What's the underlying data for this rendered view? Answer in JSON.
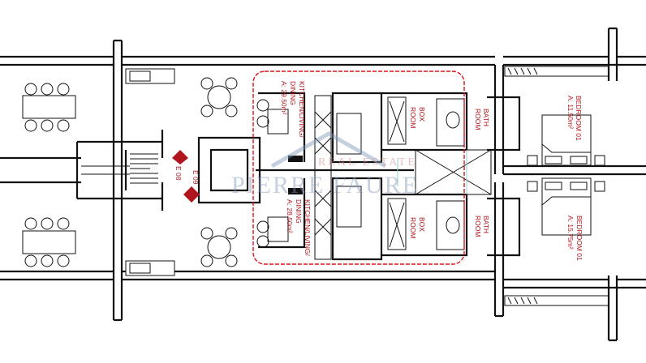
{
  "plan": {
    "rooms": [
      {
        "name": "KITCHEN/LIVING/",
        "name2": "DINING",
        "area": "A: 29.50m²"
      },
      {
        "name": "KITCHEN/LIVING/",
        "name2": "DINING",
        "area": "A: 28.50m²"
      },
      {
        "name": "BOX",
        "name2": "ROOM"
      },
      {
        "name": "BOX",
        "name2": "ROOM"
      },
      {
        "name": "BATH",
        "name2": "ROOM"
      },
      {
        "name": "BATH",
        "name2": "ROOM"
      },
      {
        "name": "BEDROOM 01",
        "area": "A: 11.50m²"
      },
      {
        "name": "BEDROOM 01",
        "area": "A: 15.75m²"
      }
    ],
    "exits": [
      "E 08",
      "E 09"
    ],
    "watermark": {
      "line1": "PIERRE FAURE",
      "line2": "REAL ESTATE"
    },
    "colors": {
      "walls": "#111111",
      "labels": "#b0141c",
      "revision_cloud": "#e0101a",
      "glazing": "#8fd0cf"
    }
  }
}
